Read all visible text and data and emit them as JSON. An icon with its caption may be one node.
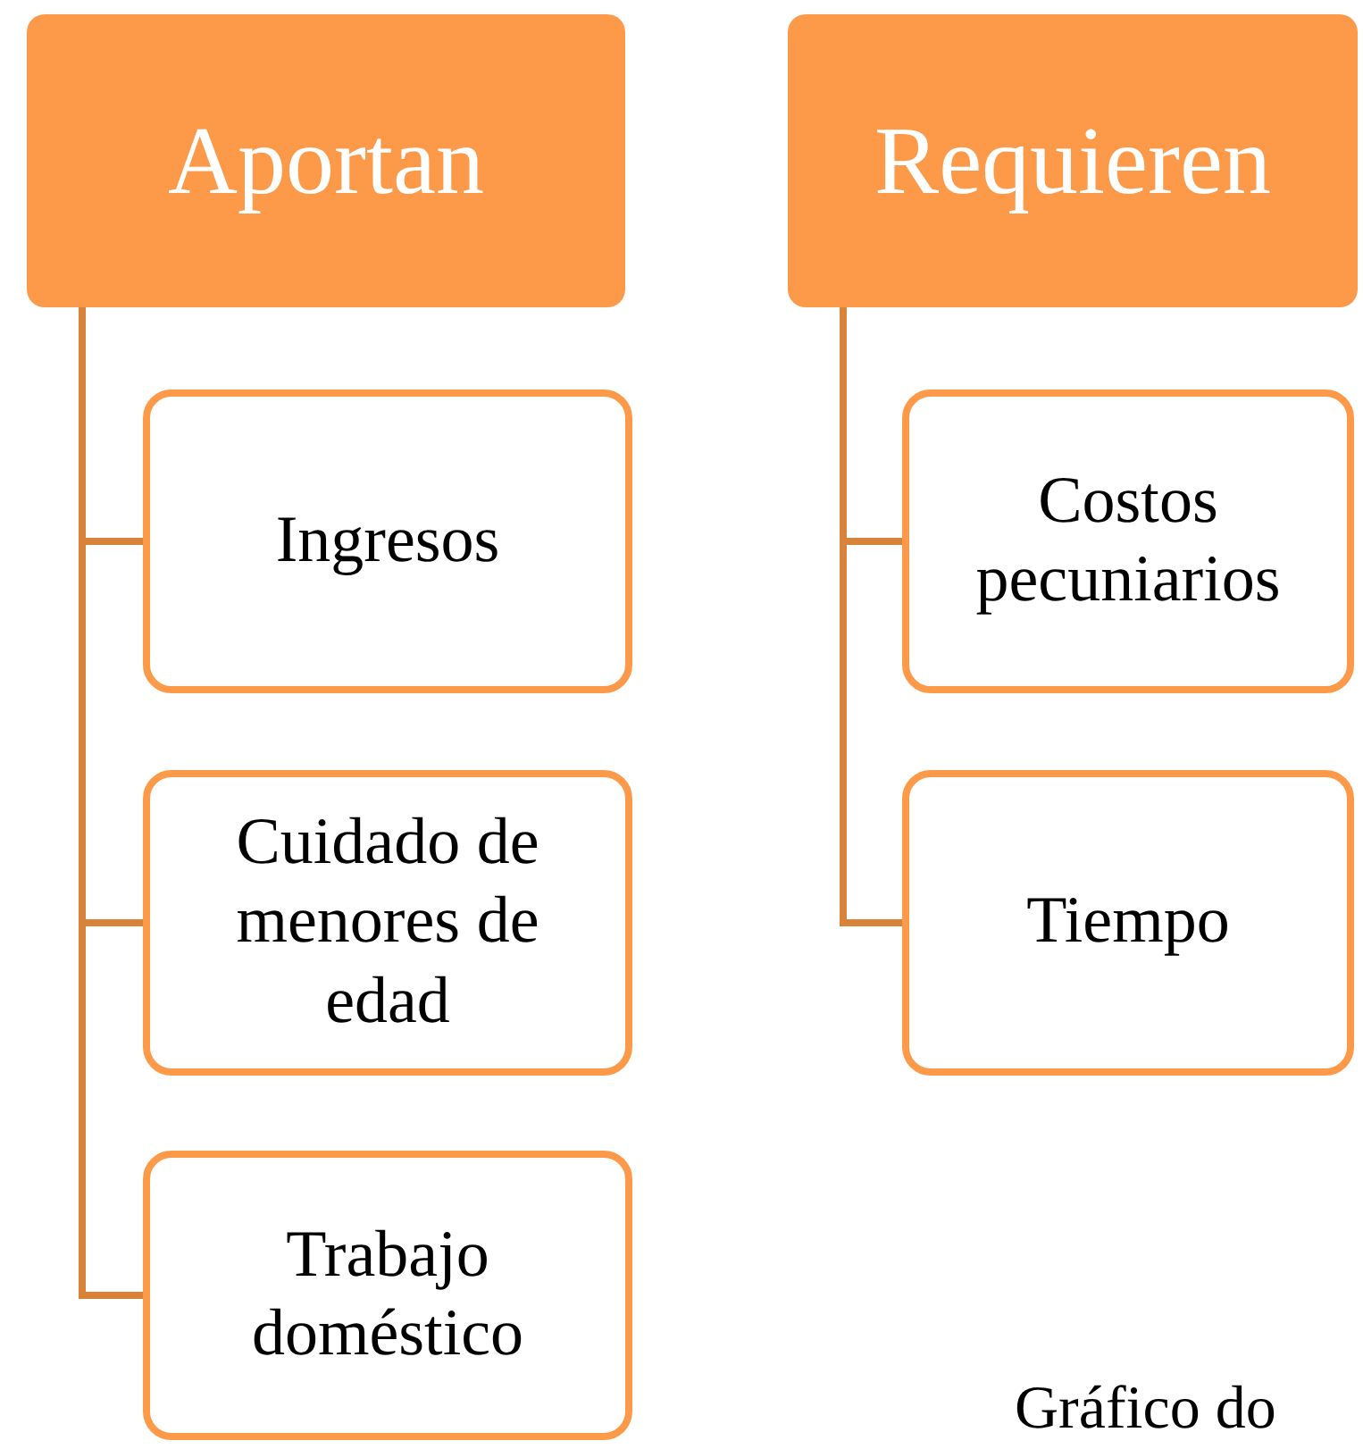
{
  "diagram": {
    "nodes": [
      {
        "text": [
          "Aportan"
        ]
      },
      {
        "text": [
          "Ingresos"
        ]
      },
      {
        "text": [
          "Cuidado de menores de edad"
        ]
      },
      {
        "text": [
          "Trabajo doméstico"
        ]
      },
      {
        "text": [
          "Requieren"
        ]
      },
      {
        "text": [
          "Costos pecuniarios"
        ]
      },
      {
        "text": [
          "Tiempo"
        ]
      }
    ],
    "edges": [
      {
        "from": 0,
        "to": 1,
        "arrow": "none"
      },
      {
        "from": 0,
        "to": 2,
        "arrow": "none"
      },
      {
        "from": 0,
        "to": 3,
        "arrow": "none"
      },
      {
        "from": 4,
        "to": 5,
        "arrow": "none"
      },
      {
        "from": 4,
        "to": 6,
        "arrow": "none"
      }
    ],
    "labels": [
      "Gráfico do"
    ]
  }
}
